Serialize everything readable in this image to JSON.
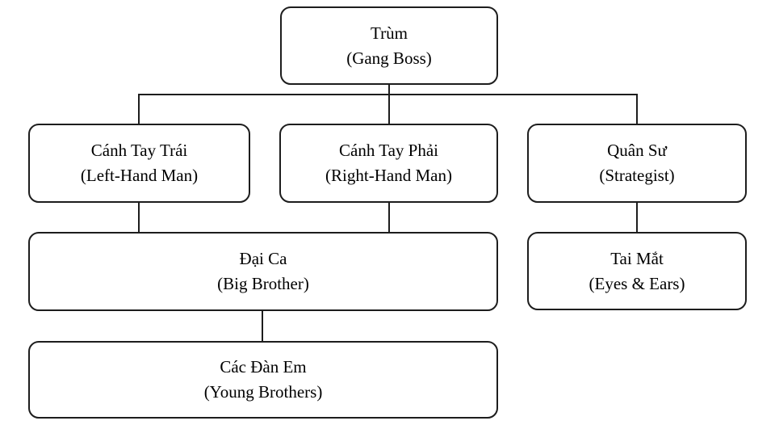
{
  "diagram": {
    "kind": "org-chart",
    "description": "Gang hierarchy chart with Vietnamese titles and English translations"
  },
  "nodes": {
    "trum": {
      "title": "Trùm",
      "subtitle": "(Gang Boss)"
    },
    "canh_tay_trai": {
      "title": "Cánh Tay Trái",
      "subtitle": "(Left-Hand Man)"
    },
    "canh_tay_phai": {
      "title": "Cánh Tay Phải",
      "subtitle": "(Right-Hand Man)"
    },
    "quan_su": {
      "title": "Quân Sư",
      "subtitle": "(Strategist)"
    },
    "dai_ca": {
      "title": "Đại Ca",
      "subtitle": "(Big Brother)"
    },
    "tai_mat": {
      "title": "Tai Mắt",
      "subtitle": "(Eyes & Ears)"
    },
    "cac_dan_em": {
      "title": "Các Đàn Em",
      "subtitle": "(Young Brothers)"
    }
  },
  "edges": [
    {
      "from": "Trùm",
      "to": "Cánh Tay Trái"
    },
    {
      "from": "Trùm",
      "to": "Cánh Tay Phải"
    },
    {
      "from": "Trùm",
      "to": "Quân Sư"
    },
    {
      "from": "Cánh Tay Trái",
      "to": "Đại Ca"
    },
    {
      "from": "Cánh Tay Phải",
      "to": "Đại Ca"
    },
    {
      "from": "Quân Sư",
      "to": "Tai Mắt"
    },
    {
      "from": "Đại Ca",
      "to": "Các Đàn Em"
    }
  ],
  "colors": {
    "background": "#ffffff",
    "line": "#1d1d1d",
    "text": "#000000"
  }
}
